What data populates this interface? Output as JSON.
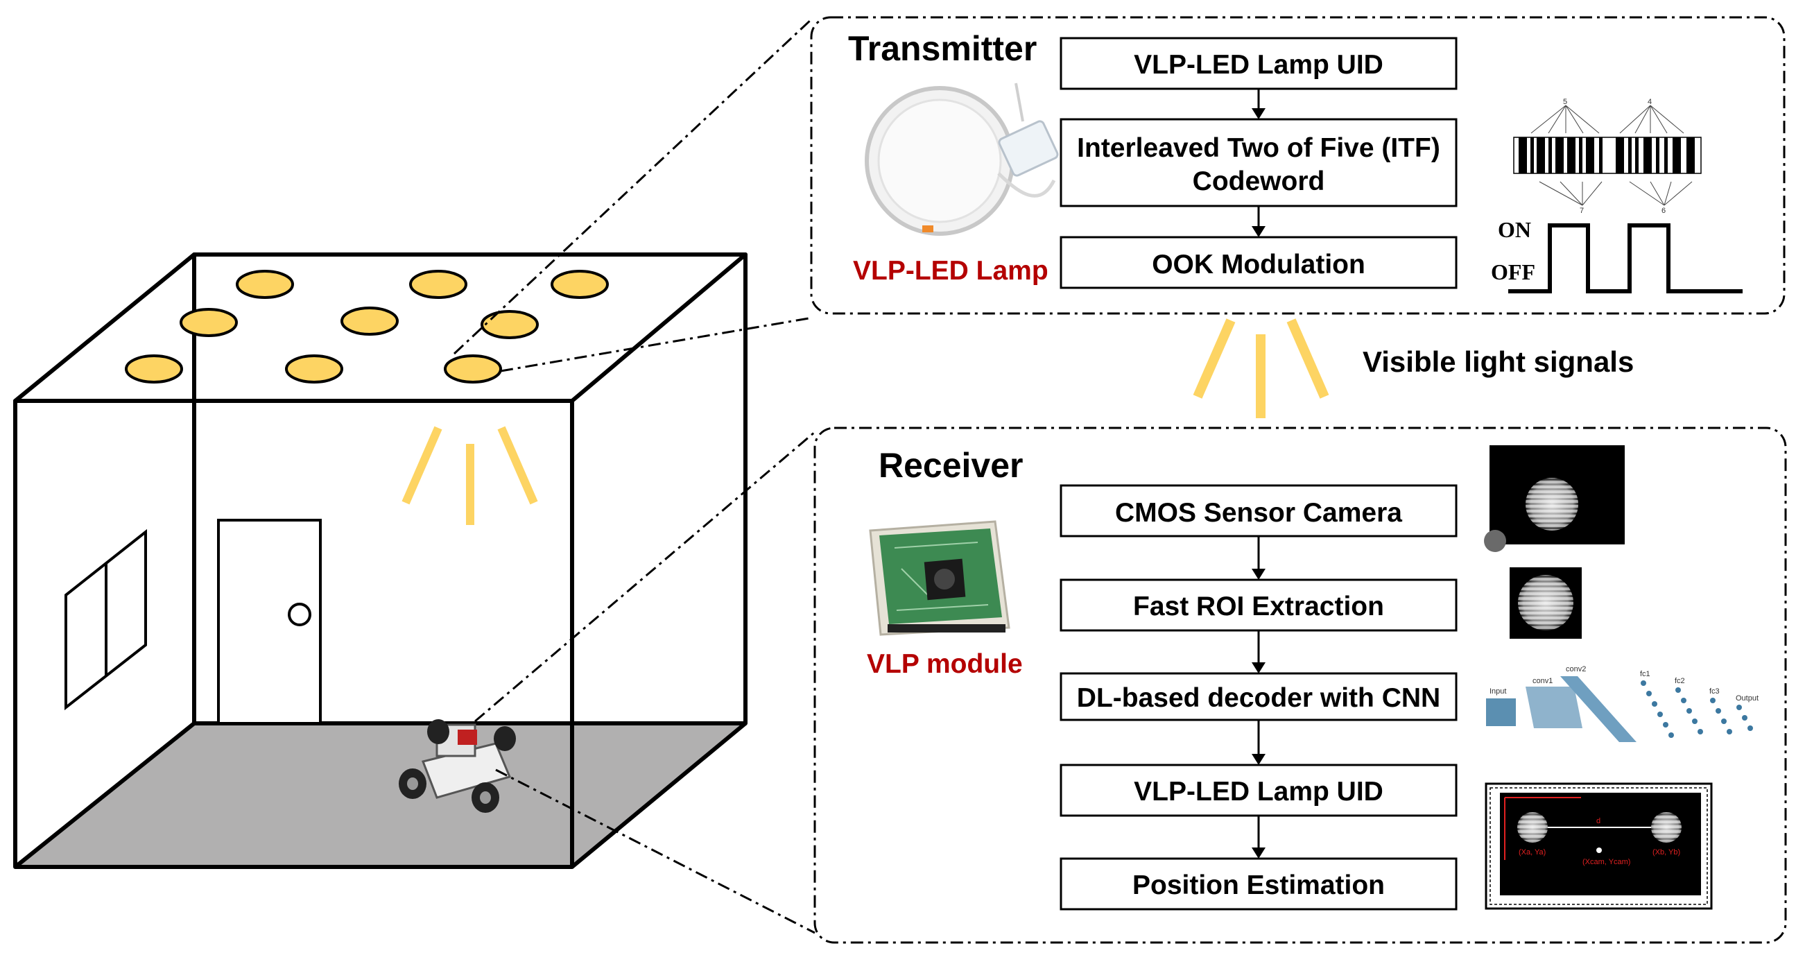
{
  "transmitter": {
    "title": "Transmitter",
    "lamp_label": "VLP-LED Lamp",
    "steps": [
      "VLP-LED Lamp UID",
      "Interleaved Two of Five (ITF)",
      "Codeword",
      "OOK Modulation"
    ],
    "signal_on": "ON",
    "signal_off": "OFF",
    "barcode_top_digits": [
      "5",
      "4"
    ],
    "barcode_bottom_digits": [
      "7",
      "6"
    ]
  },
  "signals_label": "Visible light signals",
  "receiver": {
    "title": "Receiver",
    "module_label": "VLP module",
    "steps": [
      "CMOS Sensor Camera",
      "Fast ROI Extraction",
      "DL-based decoder with CNN",
      "VLP-LED Lamp UID",
      "Position Estimation"
    ],
    "cnn_layer_labels": [
      "Input",
      "conv1",
      "conv2",
      "fc1",
      "fc2",
      "fc3",
      "Output"
    ],
    "position_labels": [
      "(Xa, Ya)",
      "(Xcam, Ycam)",
      "(Xb, Yb)"
    ],
    "distance_symbol": "d"
  },
  "colors": {
    "lamp_yellow": "#fdd463",
    "light_beam": "#fdd463",
    "floor_gray": "#b1b0b0",
    "red_text": "#b40000"
  }
}
